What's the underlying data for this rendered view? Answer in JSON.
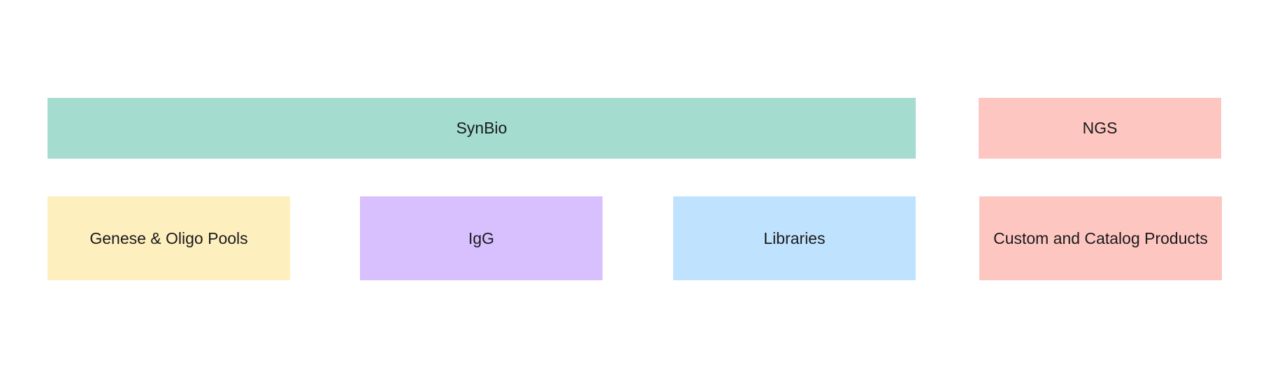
{
  "groups": {
    "synbio": {
      "label": "SynBio",
      "color": "#a4dccf"
    },
    "ngs": {
      "label": "NGS",
      "color": "#fec6c1"
    }
  },
  "products": {
    "genese": {
      "label": "Genese & Oligo Pools",
      "color": "#feefbf"
    },
    "igg": {
      "label": "IgG",
      "color": "#d8bffe"
    },
    "libraries": {
      "label": "Libraries",
      "color": "#bfe3fe"
    },
    "custom": {
      "label": "Custom and Catalog Products",
      "color": "#fec6c1"
    }
  }
}
